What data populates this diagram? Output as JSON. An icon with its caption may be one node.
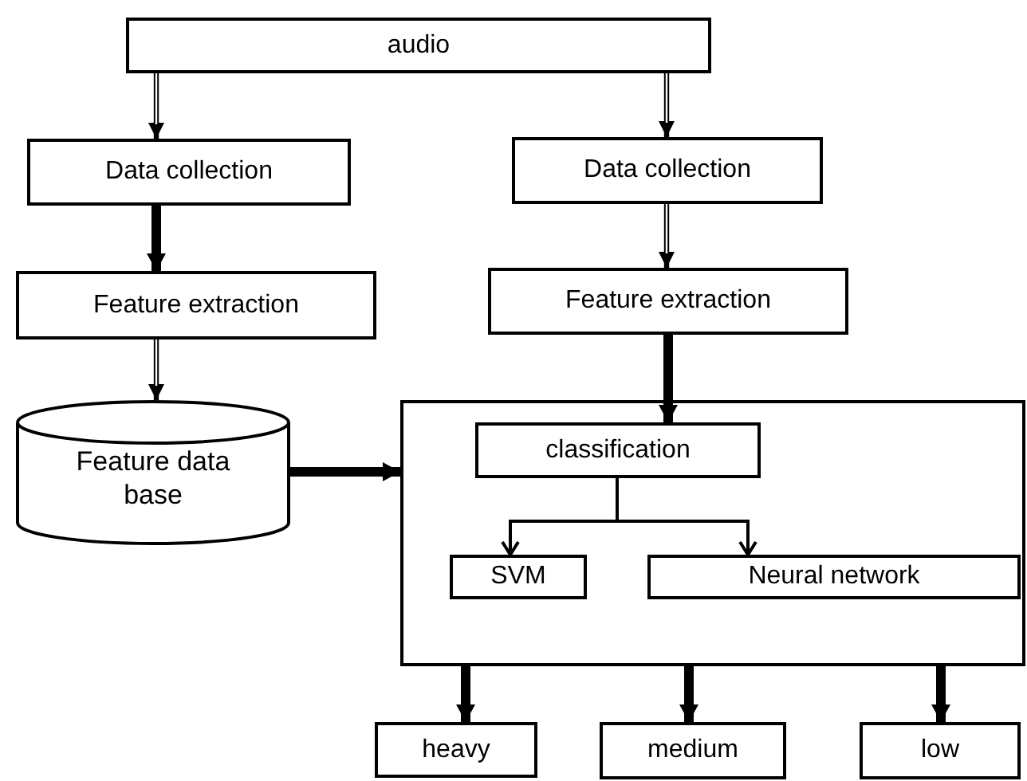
{
  "diagram": {
    "nodes": [
      {
        "text": [
          "audio"
        ]
      },
      {
        "text": [
          "Data collection"
        ]
      },
      {
        "text": [
          "Data collection"
        ]
      },
      {
        "text": [
          "Feature extraction"
        ]
      },
      {
        "text": [
          "Feature extraction"
        ]
      },
      {
        "text": [
          "Feature data base"
        ]
      },
      {
        "text": [],
        "shape": "box"
      },
      {
        "text": [
          "classification"
        ],
        "in": 6
      },
      {
        "text": [
          "SVM"
        ],
        "in": 6
      },
      {
        "text": [
          "Neural network"
        ],
        "in": 6
      },
      {
        "text": [
          "heavy"
        ]
      },
      {
        "text": [
          "medium"
        ]
      },
      {
        "text": [
          "low"
        ]
      }
    ],
    "edges": [
      {
        "from": 0,
        "to": 1,
        "arrow": "to"
      },
      {
        "from": 0,
        "to": 2,
        "arrow": "to"
      },
      {
        "from": 1,
        "to": 3,
        "arrow": "to",
        "style": "thick"
      },
      {
        "from": 2,
        "to": 4,
        "arrow": "to"
      },
      {
        "from": 3,
        "to": 5,
        "arrow": "to"
      },
      {
        "from": 4,
        "to": 7,
        "arrow": "to",
        "style": "thick"
      },
      {
        "from": 5,
        "to": 6,
        "arrow": "to",
        "style": "thick"
      },
      {
        "from": 7,
        "to": 8,
        "arrow": "to"
      },
      {
        "from": 7,
        "to": 9,
        "arrow": "to"
      },
      {
        "from": 6,
        "to": 10,
        "arrow": "to",
        "style": "thick"
      },
      {
        "from": 6,
        "to": 11,
        "arrow": "to",
        "style": "thick"
      },
      {
        "from": 6,
        "to": 12,
        "arrow": "to",
        "style": "thick"
      }
    ]
  }
}
